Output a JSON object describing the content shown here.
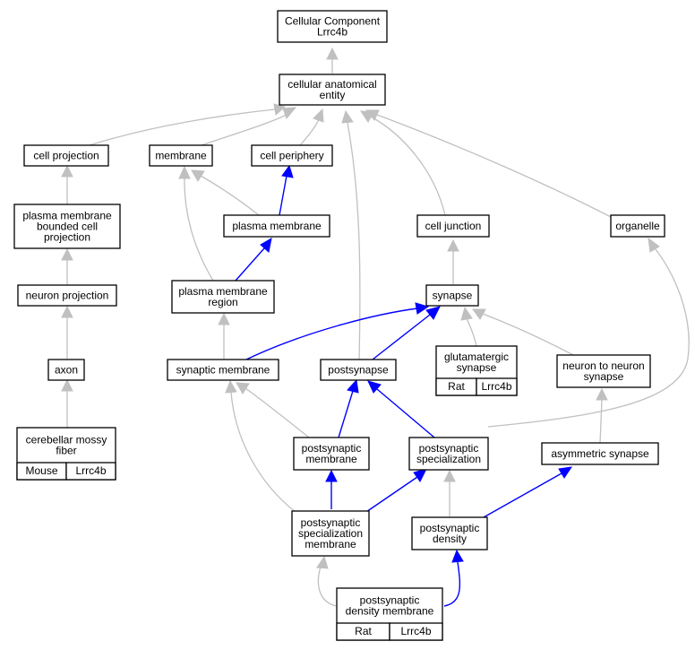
{
  "colors": {
    "edge_is_a": "#c0c0c0",
    "edge_part_of": "#0000ff",
    "mouse_tag": "#add8e6",
    "rat_tag": "#ffd700",
    "node_border": "#000000"
  },
  "nodes": {
    "root": [
      "Cellular Component",
      "Lrrc4b"
    ],
    "cae": [
      "cellular anatomical",
      "entity"
    ],
    "cellproj": [
      "cell projection"
    ],
    "membrane": [
      "membrane"
    ],
    "cellper": [
      "cell periphery"
    ],
    "celljunc": [
      "cell junction"
    ],
    "organelle": [
      "organelle"
    ],
    "pmbcp": [
      "plasma membrane",
      "bounded cell",
      "projection"
    ],
    "pm": [
      "plasma membrane"
    ],
    "neuronproj": [
      "neuron projection"
    ],
    "pmr": [
      "plasma membrane",
      "region"
    ],
    "synapse": [
      "synapse"
    ],
    "glut": [
      "glutamatergic",
      "synapse"
    ],
    "axon": [
      "axon"
    ],
    "synmem": [
      "synaptic membrane"
    ],
    "postsyn": [
      "postsynapse"
    ],
    "n2n": [
      "neuron to neuron",
      "synapse"
    ],
    "cmf": [
      "cerebellar mossy",
      "fiber"
    ],
    "psmem": [
      "postsynaptic",
      "membrane"
    ],
    "psspec": [
      "postsynaptic",
      "specialization"
    ],
    "asym": [
      "asymmetric synapse"
    ],
    "pssm": [
      "postsynaptic",
      "specialization",
      "membrane"
    ],
    "psd": [
      "postsynaptic",
      "density"
    ],
    "psdm": [
      "postsynaptic",
      "density membrane"
    ]
  },
  "annotations": {
    "glut": [
      "Rat",
      "Lrrc4b"
    ],
    "cmf": [
      "Mouse",
      "Lrrc4b"
    ],
    "psdm": [
      "Rat",
      "Lrrc4b"
    ]
  }
}
